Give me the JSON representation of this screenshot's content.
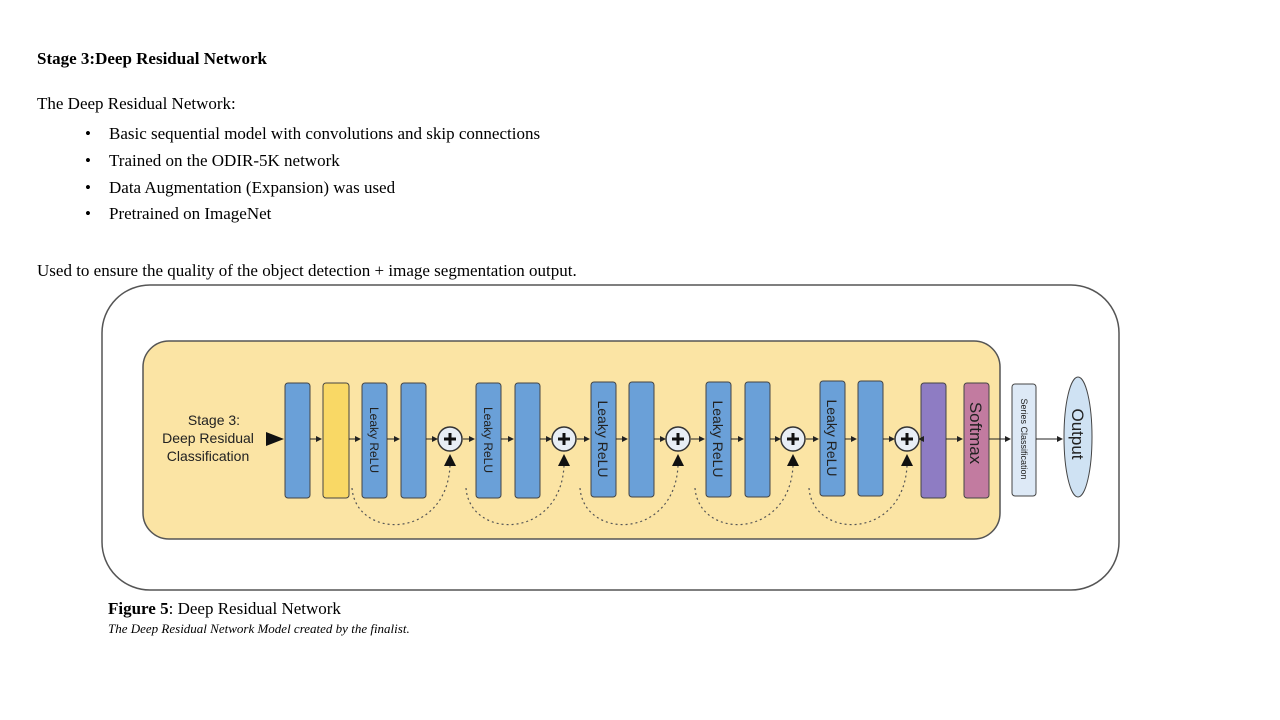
{
  "slide": {
    "title": "Stage 3:Deep Residual Network",
    "intro": "The Deep Residual Network:",
    "bullets": [
      "Basic sequential  model with  convolutions and skip connections",
      "Trained  on the ODIR-5K network",
      "Data Augmentation  (Expansion) was used",
      "Pretrained  on ImageNet"
    ],
    "usage": "Used to ensure the quality  of the object detection + image  segmentation  output."
  },
  "diagram": {
    "stage_label": [
      "Stage 3:",
      "Deep Residual",
      "Classification"
    ],
    "leaky_relu_label": "Leaky ReLU",
    "softmax_label": "Softmax",
    "series_label": "Series Classification",
    "output_label": "Output",
    "colors": {
      "container_fill": "#fbe4a4",
      "container_stroke": "#555555",
      "conv_block": "#6aa0d8",
      "yellow_block": "#f9d865",
      "purple_block": "#8e7cc3",
      "softmax_block": "#c27ba0",
      "series_block": "#dde9f6",
      "output_ellipse": "#cfe2f3"
    }
  },
  "caption": {
    "figure_label": "Figure 5",
    "figure_title": ": Deep Residual Network",
    "subtitle": "The Deep Residual Network Model created by the finalist."
  }
}
